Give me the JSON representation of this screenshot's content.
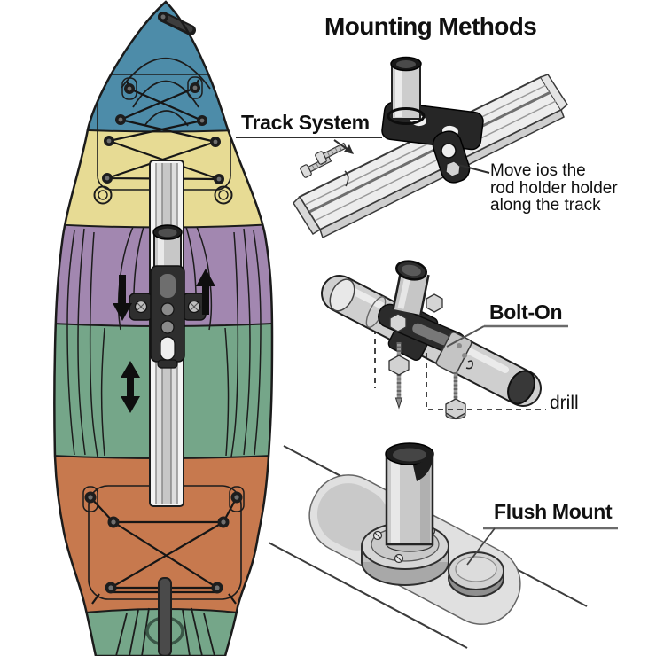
{
  "title": "Mounting Methods",
  "colors": {
    "teal": "#4D8CA9",
    "yellow": "#E7DB94",
    "purple": "#A287B0",
    "green": "#75A689",
    "orange": "#C7794E",
    "outline": "#1C1C1C",
    "label_text": "#101010",
    "background": "#FFFFFF"
  },
  "kayak": {
    "description": "Kayak top view with gear-track and sliding rod holder",
    "slide_arrows": [
      "down",
      "up",
      "up-down"
    ]
  },
  "methods": {
    "track": {
      "label": "Track System",
      "note_lines": [
        "Move ios the",
        "rod holder holder",
        "along the track"
      ]
    },
    "bolt_on": {
      "label": "Bolt-On",
      "drill_note": "drill"
    },
    "flush": {
      "label": "Flush Mount"
    }
  }
}
